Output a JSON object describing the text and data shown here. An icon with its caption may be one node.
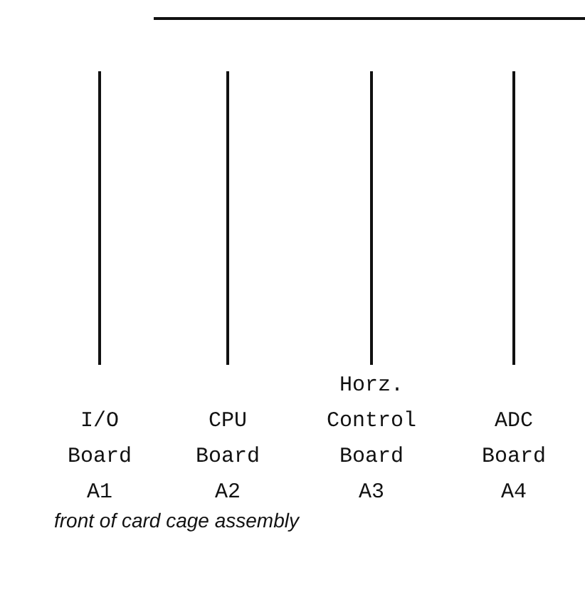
{
  "diagram": {
    "caption": "front of card cage assembly",
    "nodes": [
      {
        "text": [
          "I/O Board A1"
        ]
      },
      {
        "text": [
          "CPU Board A2"
        ]
      },
      {
        "text": [
          "Horz. Control Board A3"
        ]
      },
      {
        "text": [
          "ADC Board A4"
        ]
      }
    ]
  }
}
